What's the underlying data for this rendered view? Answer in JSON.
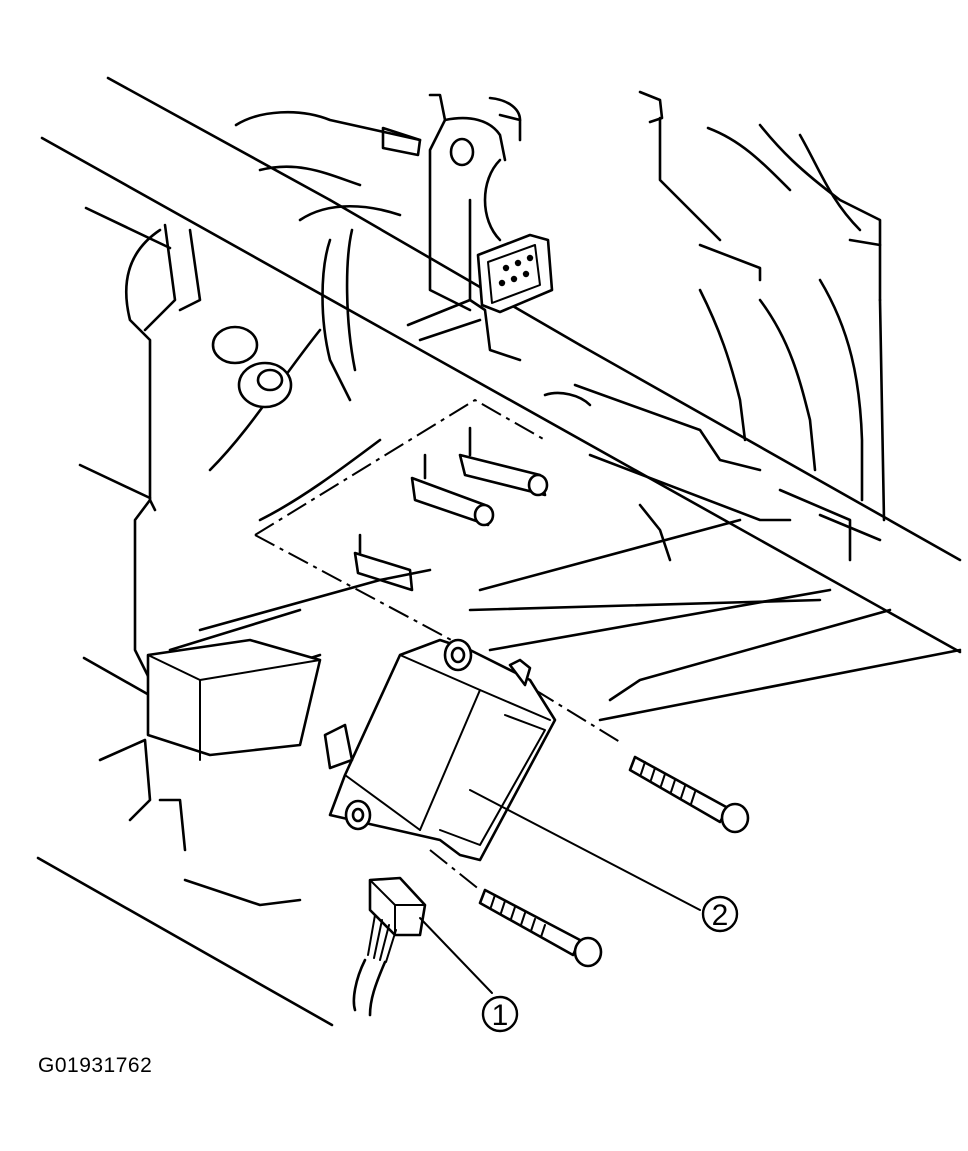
{
  "callouts": [
    {
      "label": "1"
    },
    {
      "label": "2"
    }
  ],
  "figure_id": "G01931762"
}
